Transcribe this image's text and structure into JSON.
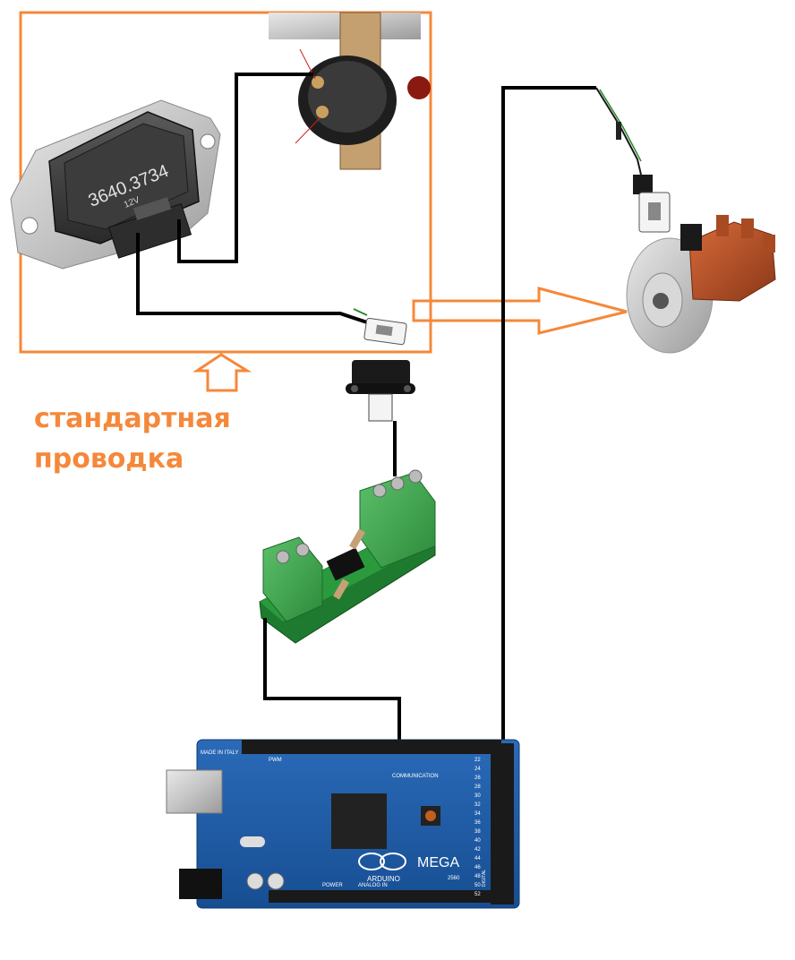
{
  "caption": {
    "line1": "стандартная",
    "line2": "проводка"
  },
  "ignition_module": {
    "part_number": "3640.3734",
    "voltage": "12V"
  },
  "arduino": {
    "brand": "ARDUINO",
    "model": "MEGA",
    "model_suffix": "2560",
    "labels": [
      "COMMUNICATION",
      "POWER",
      "ANALOG IN",
      "DIGITAL",
      "PWM",
      "MADE IN ITALY"
    ],
    "pin_numbers": [
      "22",
      "24",
      "26",
      "28",
      "30",
      "32",
      "34",
      "36",
      "38",
      "40",
      "42",
      "44",
      "46",
      "48",
      "50",
      "52"
    ]
  },
  "colors": {
    "highlight": "#f5883a",
    "wire": "#000000",
    "arduino_board": "#1f5fa8",
    "terminal_green": "#3aa04a",
    "distributor_cap": "#b8502a"
  },
  "icons": [
    "ignition-module-icon",
    "ignition-coil-icon",
    "hall-sensor-connector-icon",
    "optocoupler-board-icon",
    "distributor-icon",
    "arduino-mega-icon"
  ]
}
